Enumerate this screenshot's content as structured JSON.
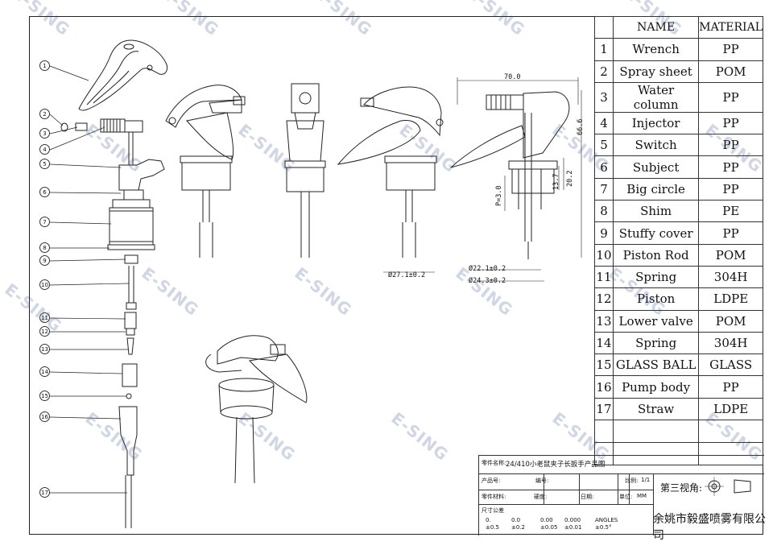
{
  "table": {
    "header": {
      "name": "NAME",
      "material": "MATERIAL"
    },
    "rows": [
      {
        "no": "1",
        "name": "Wrench",
        "material": "PP"
      },
      {
        "no": "2",
        "name": "Spray sheet",
        "material": "POM"
      },
      {
        "no": "3",
        "name": "Water column",
        "material": "PP"
      },
      {
        "no": "4",
        "name": "Injector",
        "material": "PP"
      },
      {
        "no": "5",
        "name": "Switch",
        "material": "PP"
      },
      {
        "no": "6",
        "name": "Subject",
        "material": "PP"
      },
      {
        "no": "7",
        "name": "Big circle",
        "material": "PP"
      },
      {
        "no": "8",
        "name": "Shim",
        "material": "PE"
      },
      {
        "no": "9",
        "name": "Stuffy cover",
        "material": "PP"
      },
      {
        "no": "10",
        "name": "Piston Rod",
        "material": "POM"
      },
      {
        "no": "11",
        "name": "Spring",
        "material": "304H"
      },
      {
        "no": "12",
        "name": "Piston",
        "material": "LDPE"
      },
      {
        "no": "13",
        "name": "Lower valve",
        "material": "POM"
      },
      {
        "no": "14",
        "name": "Spring",
        "material": "304H"
      },
      {
        "no": "15",
        "name": "GLASS BALL",
        "material": "GLASS"
      },
      {
        "no": "16",
        "name": "Pump body",
        "material": "PP"
      },
      {
        "no": "17",
        "name": "Straw",
        "material": "LDPE"
      }
    ]
  },
  "balloons": [
    "1",
    "2",
    "3",
    "4",
    "5",
    "6",
    "7",
    "8",
    "9",
    "10",
    "11",
    "12",
    "13",
    "14",
    "15",
    "16",
    "17"
  ],
  "dimensions": {
    "width": "70.0",
    "height": "66.6",
    "d1": "13.7",
    "d2": "20.2",
    "p": "P=3.0",
    "dia1": "Ø27.1±0.2",
    "dia2": "Ø22.1±0.2",
    "dia3": "Ø24.3±0.2"
  },
  "title_block": {
    "part_name_label": "零件名称:",
    "part_name": "24/410小老鼠夹子长扳手产品图",
    "product_no_label": "产品号:",
    "number_label": "编号:",
    "scale_label": "比例:",
    "scale": "1/1",
    "view_label": "第三视角:",
    "material_label": "零件材料:",
    "hardness_label": "硬度:",
    "date_label": "日期:",
    "unit_label": "单位:",
    "unit": "MM",
    "tolerance_label": "尺寸公差",
    "tolerances": [
      {
        "v": "0.",
        "t": "±0.5"
      },
      {
        "v": "0.0",
        "t": "±0.2"
      },
      {
        "v": "0.00",
        "t": "±0.05"
      },
      {
        "v": "0.000",
        "t": "±0.01"
      },
      {
        "v": "ANGLES",
        "t": "±0.5°"
      }
    ],
    "company": "余姚市毅盛喷雾有限公司"
  },
  "watermark": "E-SING"
}
